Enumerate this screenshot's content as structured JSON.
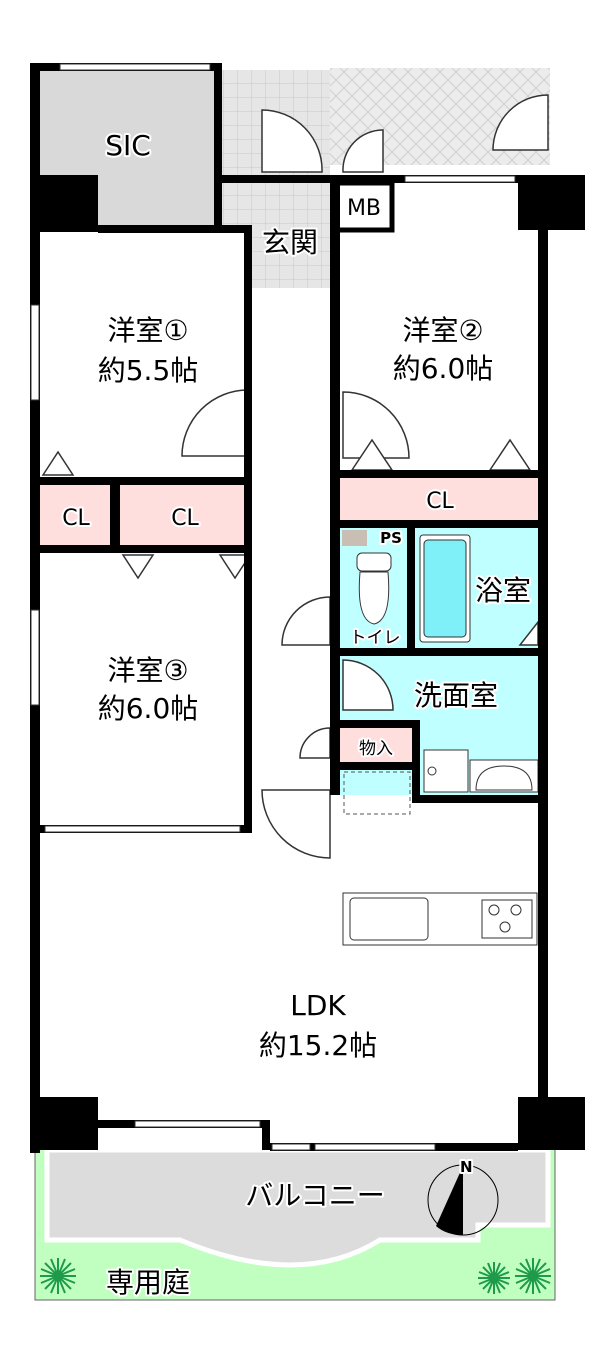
{
  "rooms": {
    "sic": "SIC",
    "genkan": "玄関",
    "mb": "MB",
    "room1_name": "洋室①",
    "room1_size": "約5.5帖",
    "room2_name": "洋室②",
    "room2_size": "約6.0帖",
    "room3_name": "洋室③",
    "room3_size": "約6.0帖",
    "cl": "CL",
    "ps": "PS",
    "toilet": "トイレ",
    "bath": "浴室",
    "washroom": "洗面室",
    "storage": "物入",
    "ldk_name": "LDK",
    "ldk_size": "約15.2帖",
    "balcony": "バルコニー",
    "garden": "専用庭",
    "compass_n": "N"
  },
  "colors": {
    "wall": "#000000",
    "sic": "#d9d9d9",
    "closet": "#ffdede",
    "wet": "#c0ffff",
    "garden": "#c0ffc0",
    "balcony": "#dcdcdc",
    "plant": "#1f9a4a"
  }
}
